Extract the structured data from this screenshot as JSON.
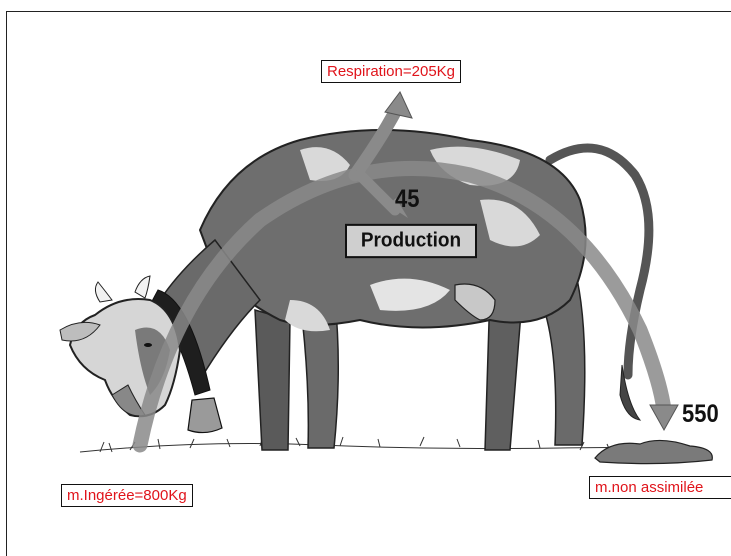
{
  "labels": {
    "respiration": "Respiration=205Kg",
    "ingested": "m.Ingérée=800Kg",
    "not_assimilated": "m.non assimilée",
    "production": "Production",
    "production_value": "45",
    "not_assimilated_value": "550"
  },
  "colors": {
    "label_text": "#e0141b",
    "arrow": "#8a8a8a",
    "cow_body": "#6e6e6e",
    "cow_patch": "#d9d9d9"
  }
}
